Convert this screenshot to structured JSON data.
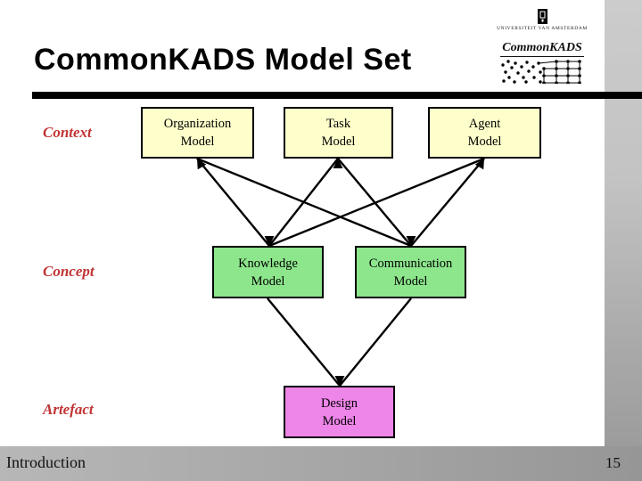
{
  "slide": {
    "title": "CommonKADS Model Set",
    "footer": {
      "left_text": "Introduction",
      "page_number": "15"
    },
    "logo": {
      "university_text": "UNIVERSITEIT VAN AMSTERDAM",
      "brand": "CommonKADS"
    },
    "row_labels": {
      "context": "Context",
      "concept": "Concept",
      "artefact": "Artefact"
    },
    "nodes": {
      "organization": {
        "line1": "Organization",
        "line2": "Model"
      },
      "task": {
        "line1": "Task",
        "line2": "Model"
      },
      "agent": {
        "line1": "Agent",
        "line2": "Model"
      },
      "knowledge": {
        "line1": "Knowledge",
        "line2": "Model"
      },
      "communication": {
        "line1": "Communication",
        "line2": "Model"
      },
      "design": {
        "line1": "Design",
        "line2": "Model"
      }
    },
    "edges": [
      {
        "from": "organization",
        "to": "knowledge"
      },
      {
        "from": "organization",
        "to": "communication"
      },
      {
        "from": "task",
        "to": "knowledge"
      },
      {
        "from": "task",
        "to": "communication"
      },
      {
        "from": "agent",
        "to": "knowledge"
      },
      {
        "from": "agent",
        "to": "communication"
      },
      {
        "from": "knowledge",
        "to": "design"
      },
      {
        "from": "communication",
        "to": "design"
      }
    ],
    "colors": {
      "context_row_fill": "#ffffcb",
      "concept_row_fill": "#8de68c",
      "artefact_row_fill": "#ee85e8",
      "label_red": "#c23434",
      "side_bar_gray": "#b5b5b5",
      "rule_black": "#000000"
    }
  }
}
